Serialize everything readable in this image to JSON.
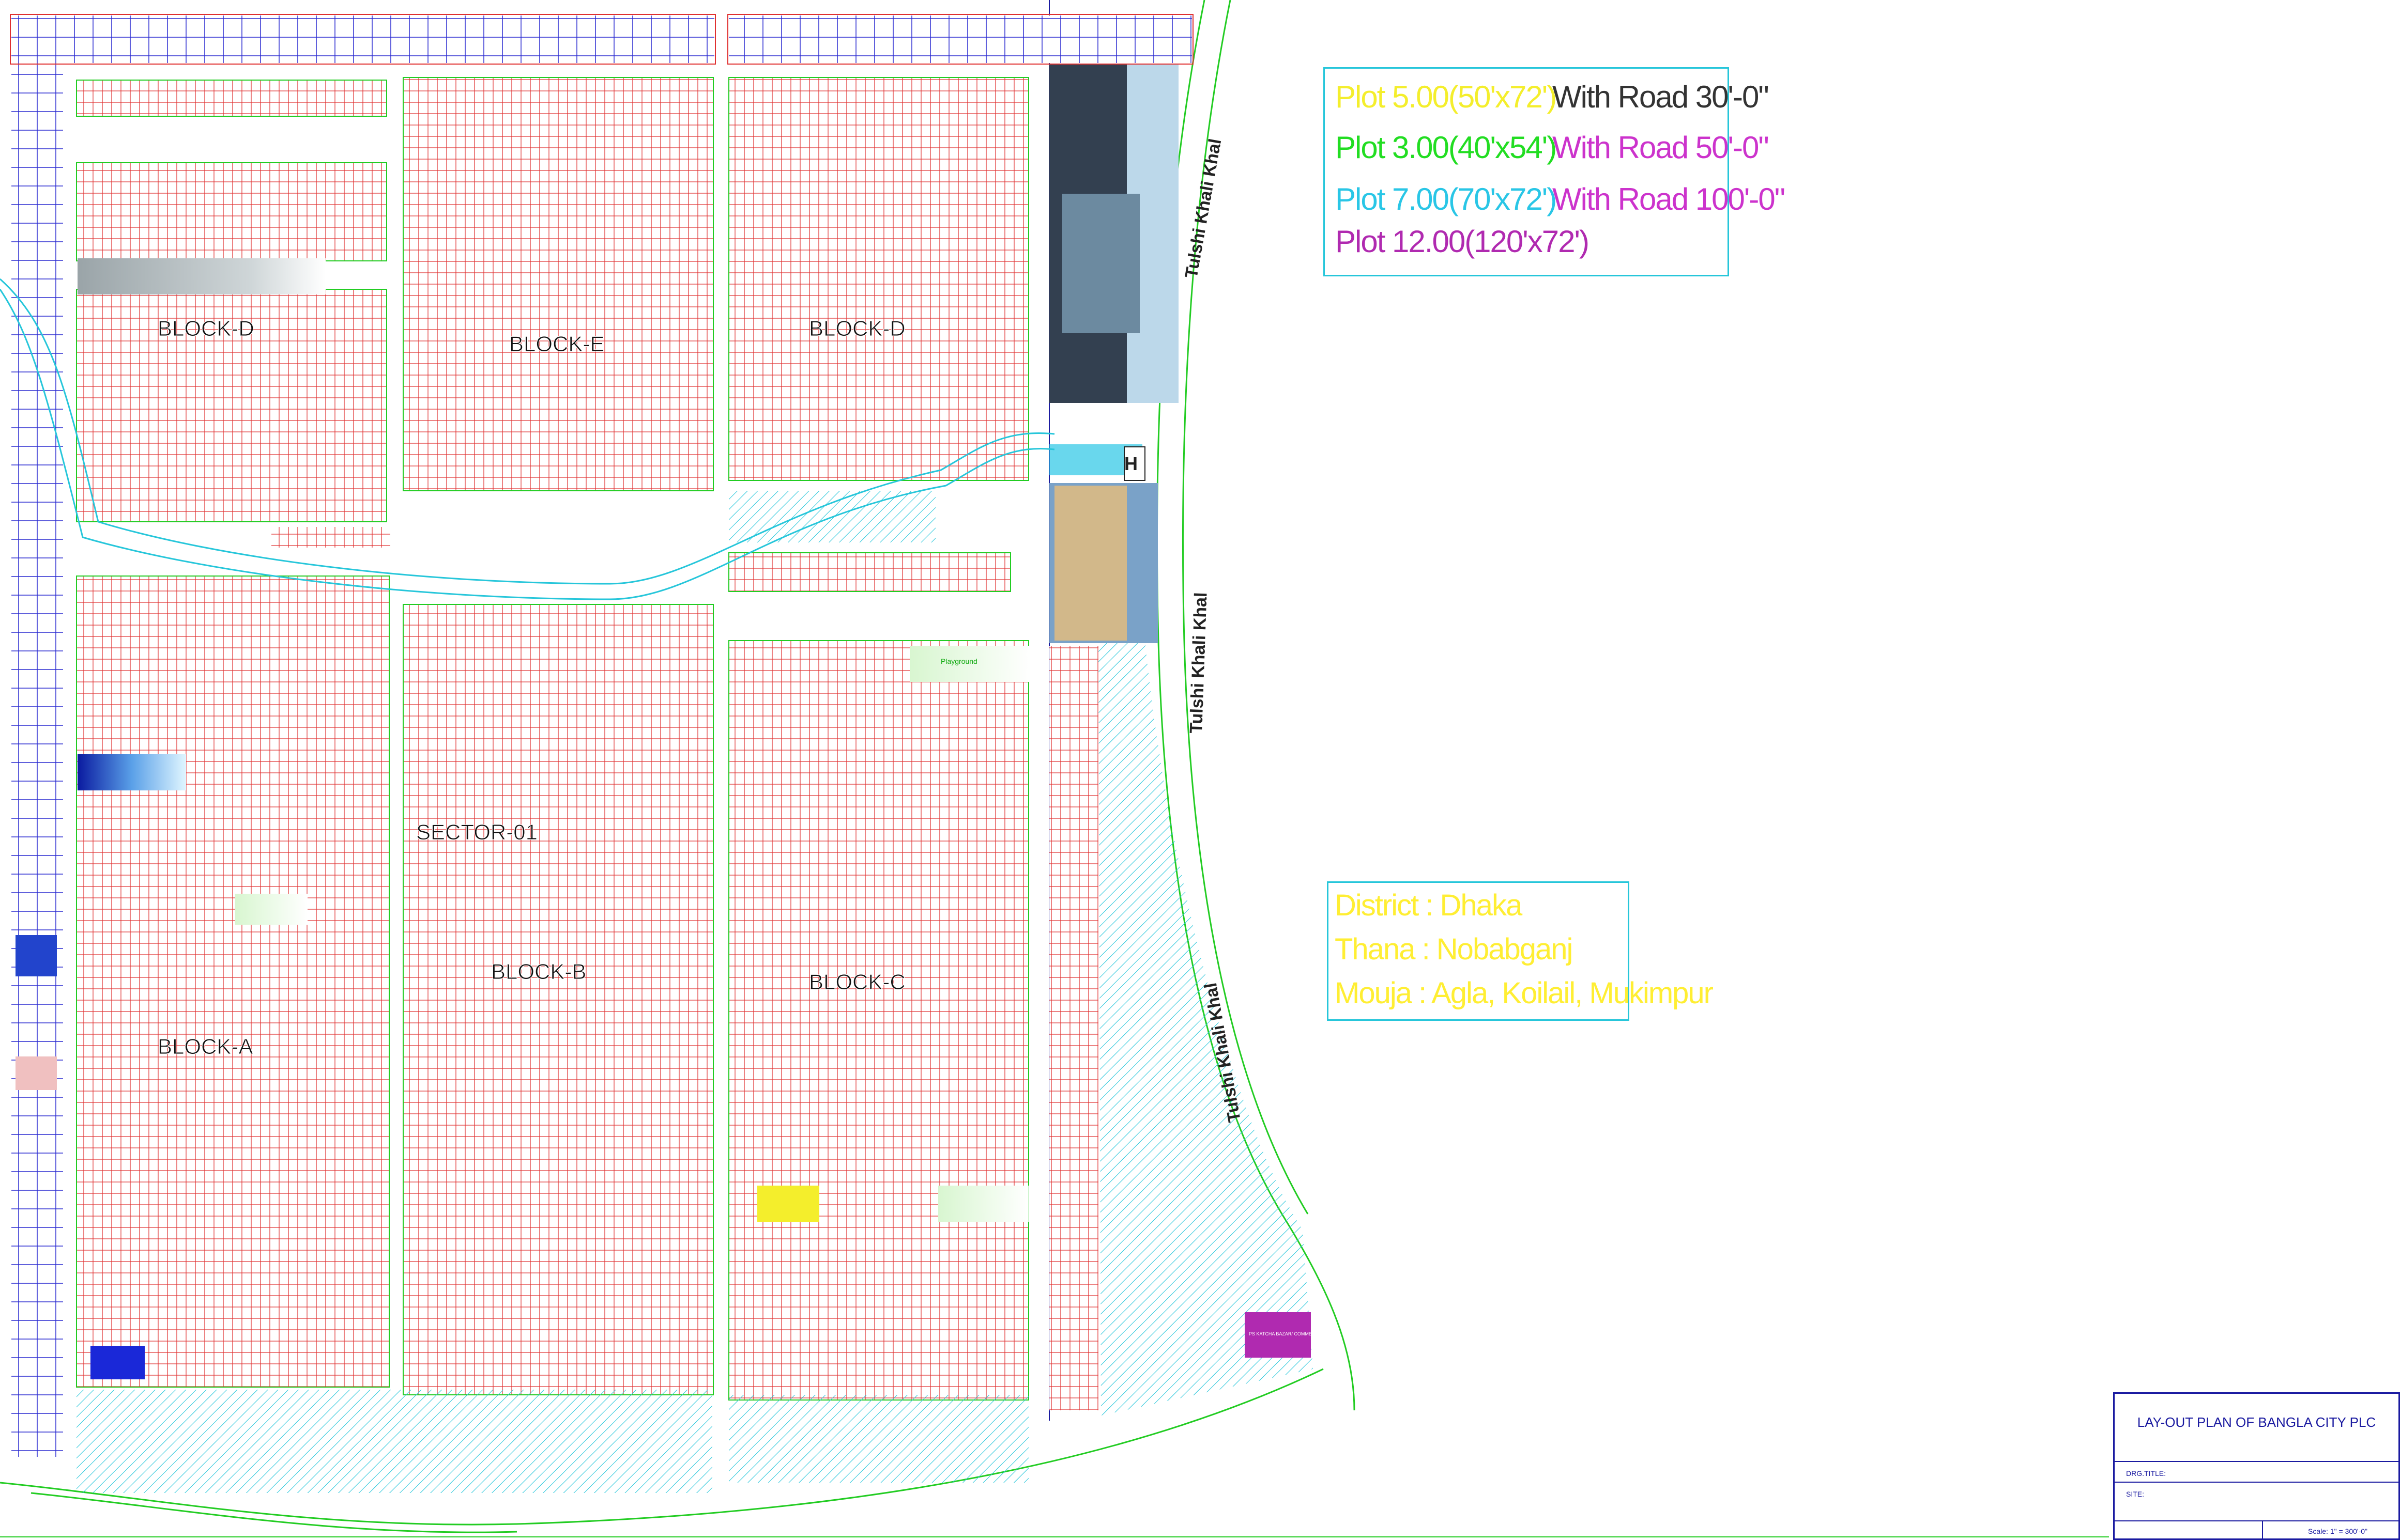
{
  "legend": {
    "plot_5": "Plot 5.00(50'x72')",
    "plot_3": "Plot 3.00(40'x54')",
    "plot_7": "Plot 7.00(70'x72')",
    "plot_12": "Plot 12.00(120'x72')",
    "road_30": "With Road 30'-0\"",
    "road_50": "With Road 50'-0\"",
    "road_100": "With Road 100'-0\"",
    "colors": {
      "plot_5": "#f4ee2c",
      "plot_3": "#22dd22",
      "plot_7": "#29c6e6",
      "plot_12": "#b02ab0",
      "road_30": "#333333",
      "road_50": "#cc33cc",
      "road_100": "#cc33cc"
    }
  },
  "location": {
    "district": "District : Dhaka",
    "thana": "Thana : Nobabganj",
    "mouja": "Mouja : Agla, Koilail, Mukimpur"
  },
  "map": {
    "blocks": {
      "block_d_left": "BLOCK-D",
      "block_e": "BLOCK-E",
      "block_d_right": "BLOCK-D",
      "sector": "SECTOR-01",
      "block_b": "BLOCK-B",
      "block_c": "BLOCK-C",
      "block_a": "BLOCK-A"
    },
    "river": [
      "Tulshi Khali Khal",
      "Tulshi Khali Khal",
      "Tulshi Khali Khal"
    ],
    "helipad": "H",
    "playground": "Playground",
    "commercial": "PS KATCHA BAZAR/ COMMERCIAL"
  },
  "title_block": {
    "title": "LAY-OUT PLAN OF BANGLA CITY PLC",
    "drg_title": "DRG.TITLE:",
    "site": "SITE:",
    "scale": "Scale: 1\" = 300'-0\""
  }
}
